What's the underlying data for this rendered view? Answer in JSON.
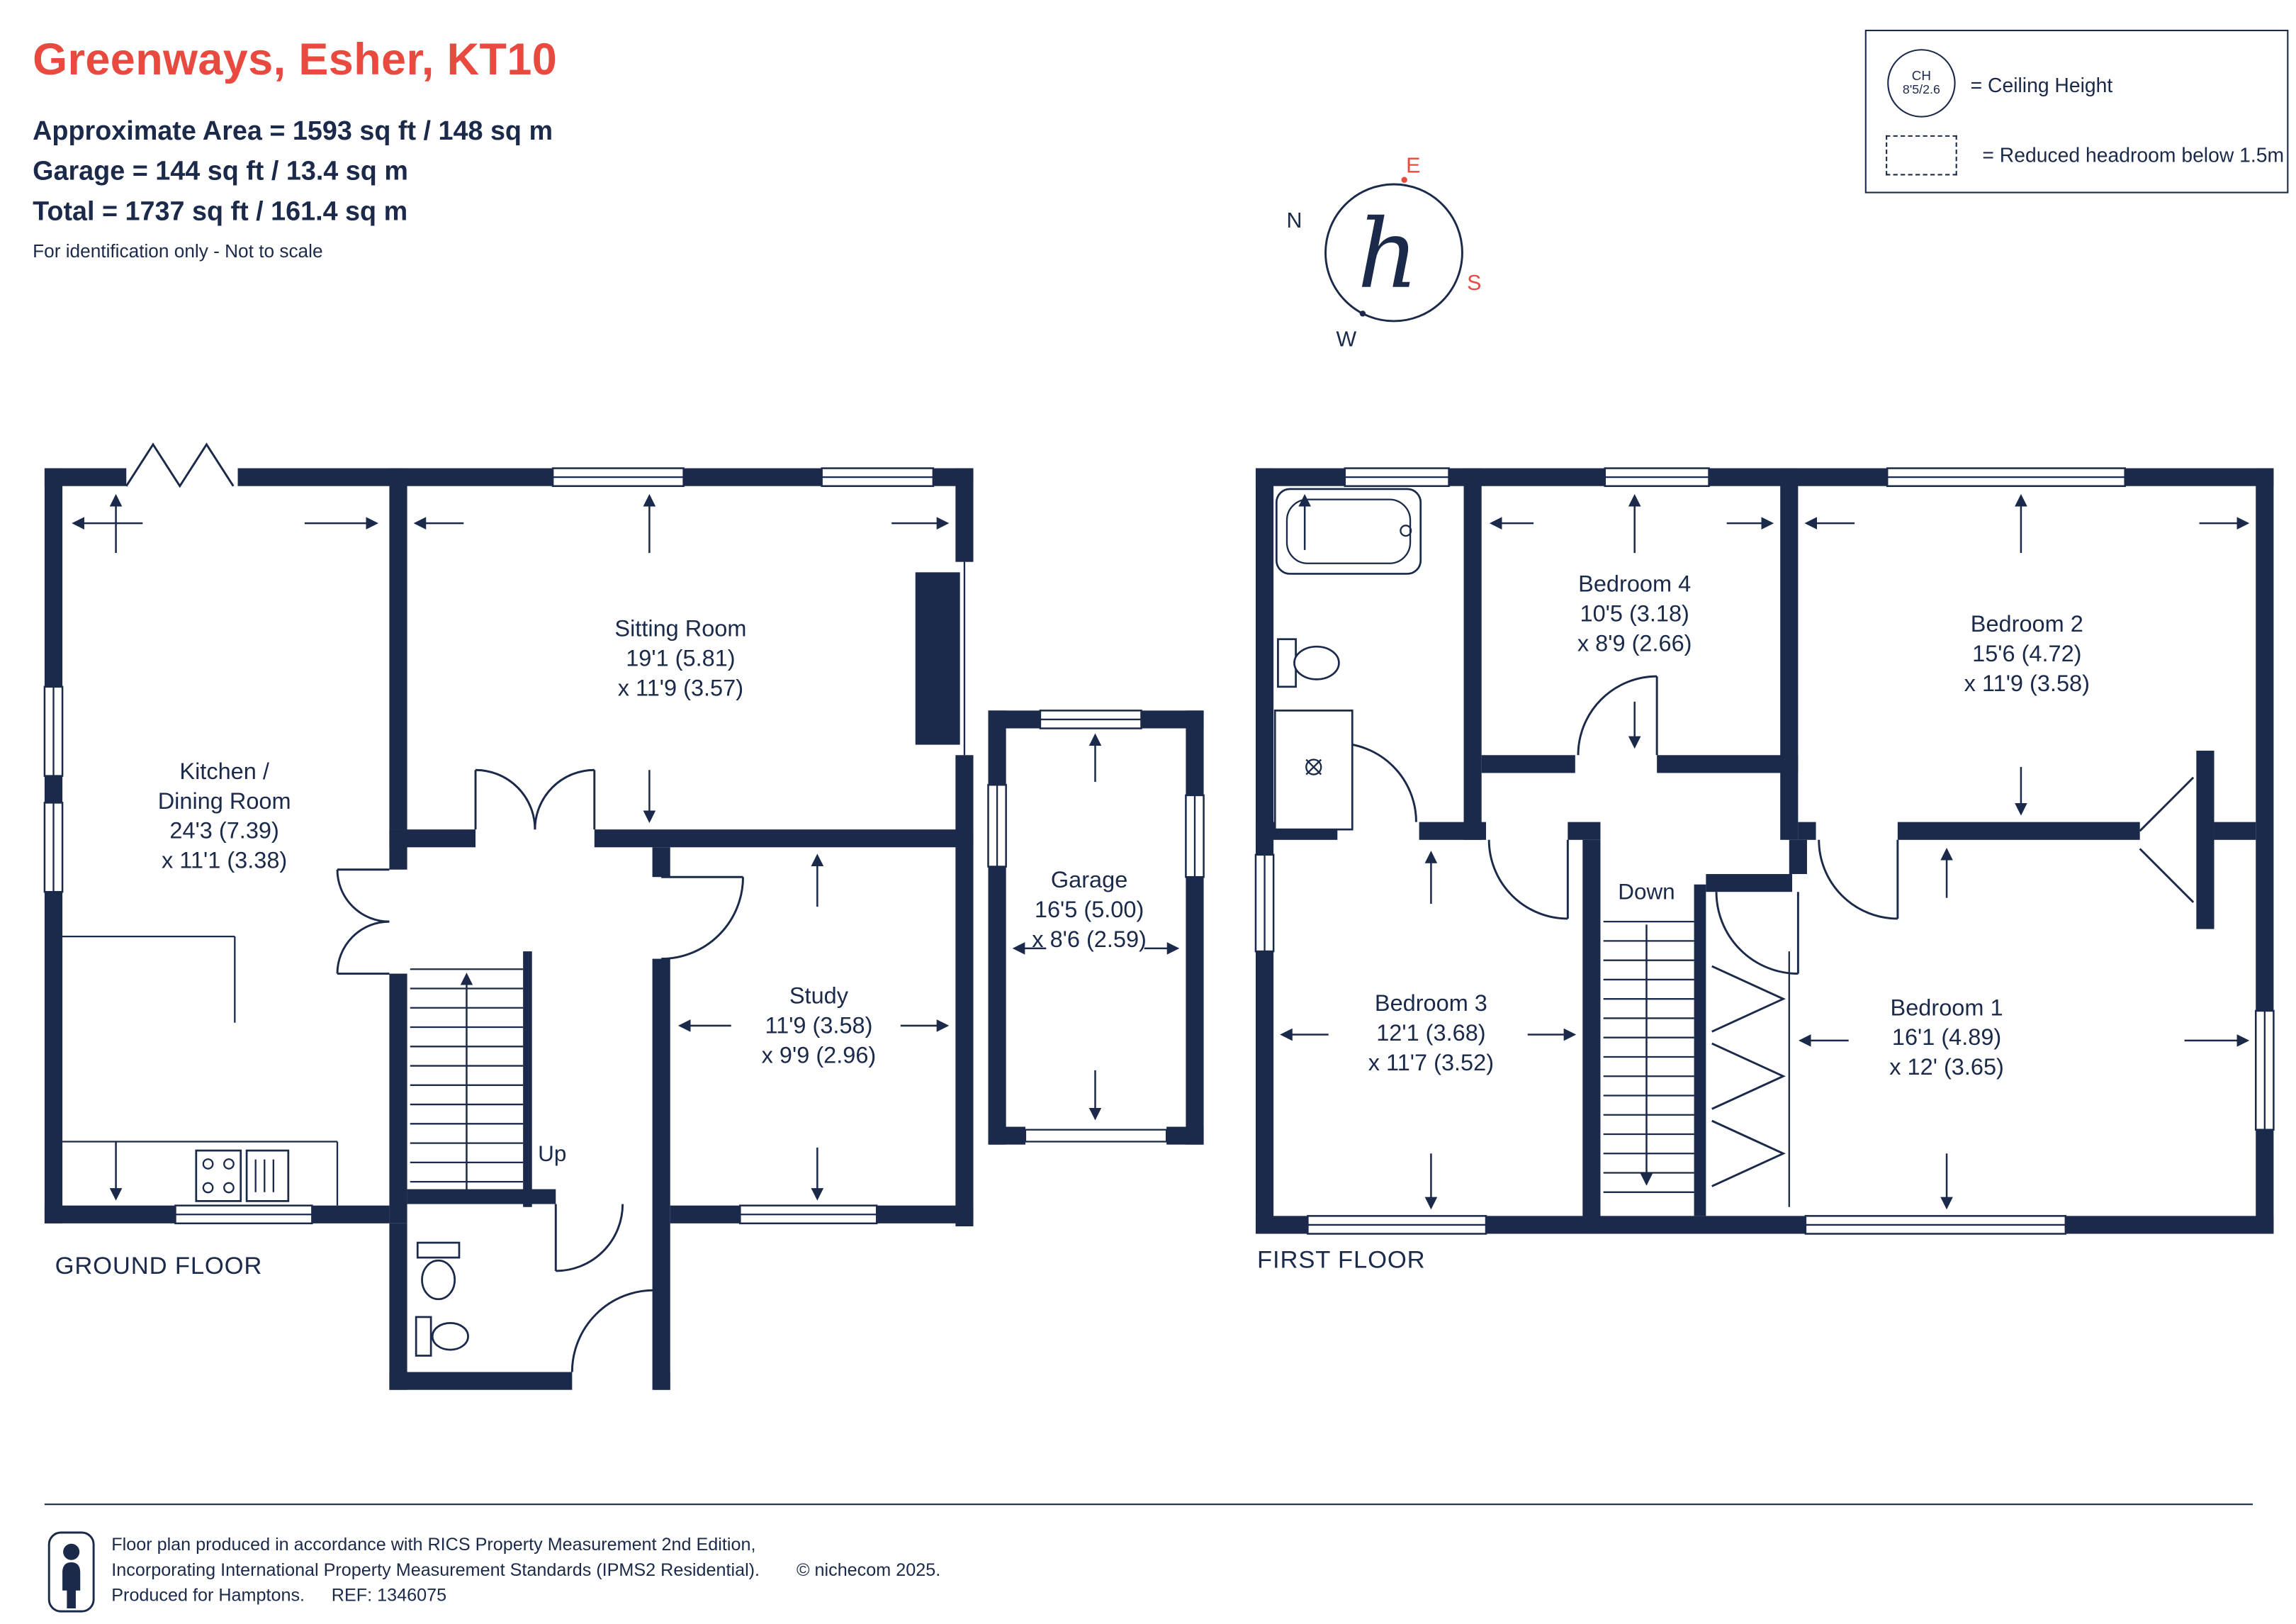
{
  "colors": {
    "navy": "#1b2a4a",
    "red": "#e94a40"
  },
  "header": {
    "title": "Greenways, Esher, KT10",
    "area_lines": [
      "Approximate Area = 1593 sq ft / 148 sq m",
      "Garage = 144 sq ft / 13.4 sq m",
      "Total = 1737 sq ft / 161.4 sq m"
    ],
    "disclaimer": "For identification only - Not to scale"
  },
  "legend": {
    "ch_abbr": "CH",
    "ch_value": "8'5/2.6",
    "ceiling_label": "= Ceiling Height",
    "reduced_label": "= Reduced headroom below 1.5m"
  },
  "compass": {
    "logo": "h",
    "n": "N",
    "e": "E",
    "s": "S",
    "w": "W"
  },
  "ground_floor": {
    "label": "GROUND FLOOR",
    "stairs": "Up",
    "rooms": {
      "kitchen": [
        "Kitchen /",
        "Dining Room",
        "24'3 (7.39)",
        "x 11'1 (3.38)"
      ],
      "sitting_room": [
        "Sitting Room",
        "19'1 (5.81)",
        "x 11'9 (3.57)"
      ],
      "study": [
        "Study",
        "11'9 (3.58)",
        "x 9'9 (2.96)"
      ],
      "garage": [
        "Garage",
        "16'5 (5.00)",
        "x 8'6 (2.59)"
      ]
    }
  },
  "first_floor": {
    "label": "FIRST FLOOR",
    "stairs": "Down",
    "rooms": {
      "bedroom_4": [
        "Bedroom 4",
        "10'5 (3.18)",
        "x 8'9 (2.66)"
      ],
      "bedroom_2": [
        "Bedroom 2",
        "15'6 (4.72)",
        "x 11'9 (3.58)"
      ],
      "bedroom_3": [
        "Bedroom 3",
        "12'1 (3.68)",
        "x 11'7 (3.52)"
      ],
      "bedroom_1": [
        "Bedroom 1",
        "16'1 (4.89)",
        "x 12' (3.65)"
      ]
    }
  },
  "footer": {
    "line1": "Floor plan produced in accordance with RICS Property Measurement 2nd Edition,",
    "line2": "Incorporating International Property Measurement Standards (IPMS2 Residential).",
    "copyright": "© nichecom 2025.",
    "produced": "Produced for Hamptons.",
    "ref": "REF: 1346075"
  }
}
